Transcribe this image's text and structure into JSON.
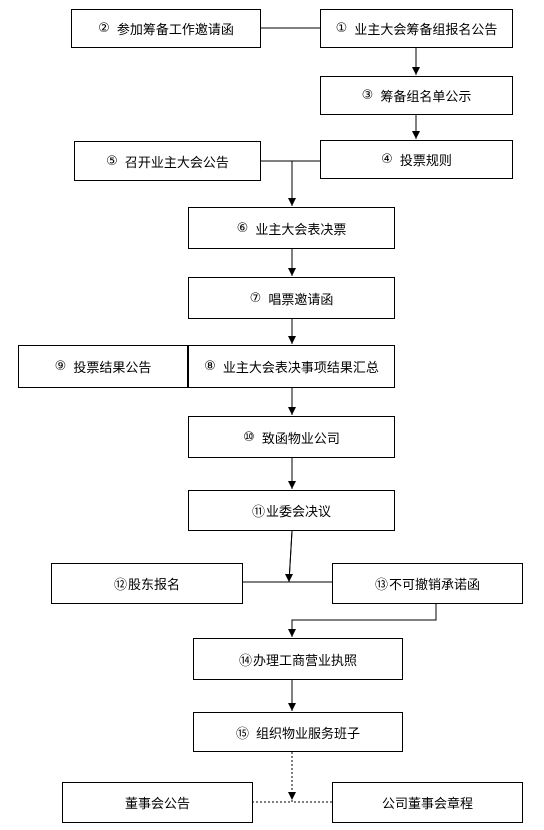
{
  "diagram": {
    "nodes": [
      {
        "id": "n2",
        "num": "②",
        "label": "参加筹备工作邀请函"
      },
      {
        "id": "n1",
        "num": "①",
        "label": "业主大会筹备组报名公告"
      },
      {
        "id": "n3",
        "num": "③",
        "label": "筹备组名单公示"
      },
      {
        "id": "n5",
        "num": "⑤",
        "label": "召开业主大会公告"
      },
      {
        "id": "n4",
        "num": "④",
        "label": "投票规则"
      },
      {
        "id": "n6",
        "num": "⑥",
        "label": "业主大会表决票"
      },
      {
        "id": "n7",
        "num": "⑦",
        "label": "唱票邀请函"
      },
      {
        "id": "n9",
        "num": "⑨",
        "label": "投票结果公告"
      },
      {
        "id": "n8",
        "num": "⑧",
        "label": "业主大会表决事项结果汇总"
      },
      {
        "id": "n10",
        "num": "⑩",
        "label": "致函物业公司"
      },
      {
        "id": "n11",
        "num": "⑪",
        "label": "业委会决议"
      },
      {
        "id": "n12",
        "num": "⑫",
        "label": "股东报名"
      },
      {
        "id": "n13",
        "num": "⑬",
        "label": "不可撤销承诺函"
      },
      {
        "id": "n14",
        "num": "⑭",
        "label": "办理工商营业执照"
      },
      {
        "id": "n15",
        "num": "⑮",
        "label": "组织物业服务班子"
      },
      {
        "id": "n16",
        "num": "",
        "label": "董事会公告"
      },
      {
        "id": "n17",
        "num": "",
        "label": "公司董事会章程"
      }
    ],
    "edges": [
      {
        "from": "n1",
        "to": "n2",
        "style": "solid",
        "arrow": false
      },
      {
        "from": "n1",
        "to": "n3",
        "style": "solid",
        "arrow": true
      },
      {
        "from": "n3",
        "to": "n4",
        "style": "solid",
        "arrow": true
      },
      {
        "from": "n4",
        "to": "n6",
        "style": "solid",
        "arrow": true
      },
      {
        "from": "n5",
        "to": "n6",
        "style": "solid",
        "arrow": true
      },
      {
        "from": "n6",
        "to": "n7",
        "style": "solid",
        "arrow": true
      },
      {
        "from": "n7",
        "to": "n8",
        "style": "solid",
        "arrow": true
      },
      {
        "from": "n8",
        "to": "n9",
        "style": "solid",
        "arrow": false
      },
      {
        "from": "n8",
        "to": "n10",
        "style": "solid",
        "arrow": true
      },
      {
        "from": "n10",
        "to": "n11",
        "style": "solid",
        "arrow": true
      },
      {
        "from": "n11",
        "to": "n12",
        "style": "solid",
        "arrow": true
      },
      {
        "from": "n11",
        "to": "n13",
        "style": "solid",
        "arrow": true
      },
      {
        "from": "n13",
        "to": "n14",
        "style": "solid",
        "arrow": true
      },
      {
        "from": "n14",
        "to": "n15",
        "style": "solid",
        "arrow": true
      },
      {
        "from": "n15",
        "to": "n16",
        "style": "dotted",
        "arrow": true
      },
      {
        "from": "n15",
        "to": "n17",
        "style": "dotted",
        "arrow": true
      }
    ],
    "colors": {
      "stroke": "#000000",
      "fill": "#ffffff",
      "text": "#000000"
    }
  }
}
